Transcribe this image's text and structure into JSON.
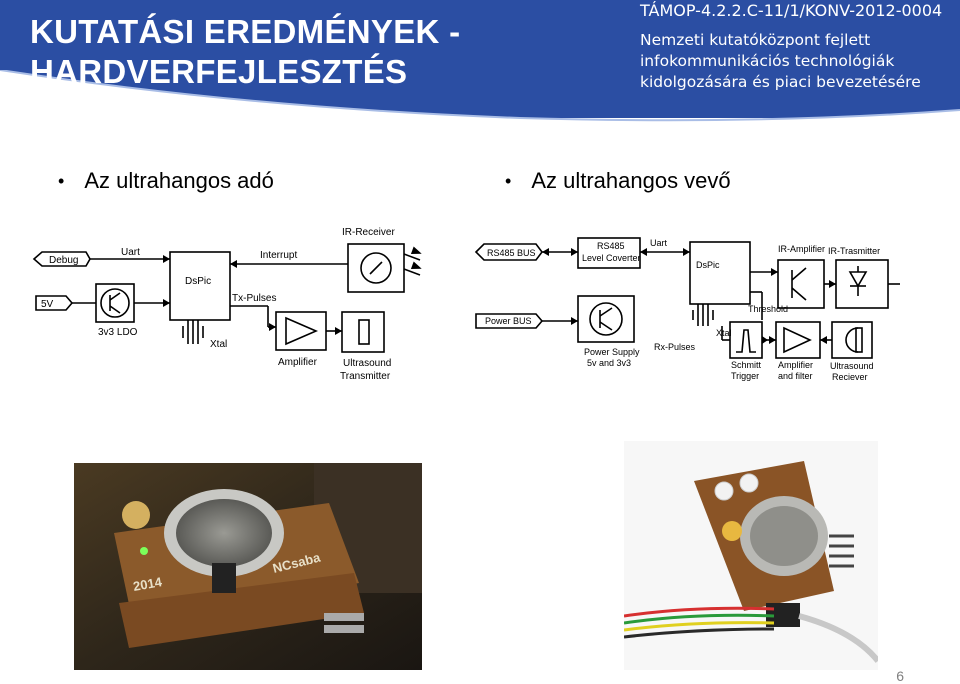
{
  "header": {
    "title_line1": "KUTATÁSI EREDMÉNYEK -",
    "title_line2": "HARDVERFEJLESZTÉS",
    "project_code": "TÁMOP-4.2.2.C-11/1/KONV-2012-0004",
    "project_desc_line1": "Nemzeti kutatóközpont fejlett",
    "project_desc_line2": "infokommunikációs technológiák",
    "project_desc_line3": "kidolgozására és piaci bevezetésére",
    "bg_color": "#2b4ea3"
  },
  "bullets": {
    "left": "Az ultrahangos adó",
    "right": "Az ultrahangos vevő"
  },
  "transmitter_diagram": {
    "debug": "Debug",
    "uart": "Uart",
    "interrupt": "Interrupt",
    "ir_receiver": "IR-Receiver",
    "five_v": "5V",
    "dspic": "DsPic",
    "tx_pulses": "Tx-Pulses",
    "ldo": "3v3 LDO",
    "xtal": "Xtal",
    "amplifier": "Amplifier",
    "ultrasound_line1": "Ultrasound",
    "ultrasound_line2": "Transmitter"
  },
  "receiver_diagram": {
    "rs485_bus": "RS485 BUS",
    "rs485_line1": "RS485",
    "rs485_line2": "Level Coverter",
    "uart": "Uart",
    "dspic": "DsPic",
    "ir_amplifier": "IR-Amplifier",
    "ir_trasmitter": "IR-Trasmitter",
    "power_bus": "Power BUS",
    "threshold": "Threshold",
    "xtal": "Xtal",
    "rx_pulses": "Rx-Pulses",
    "power_supply_line1": "Power Supply",
    "power_supply_line2": "5v  and  3v3",
    "schmitt_line1": "Schmitt",
    "schmitt_line2": "Trigger",
    "ampfilter_line1": "Amplifier",
    "ampfilter_line2": "and filter",
    "ultrasound_line1": "Ultrasound",
    "ultrasound_line2": "Reciever"
  },
  "photos": {
    "left_board_label_1": "2014",
    "left_board_label_2": "NCsaba"
  },
  "page_number": "6"
}
